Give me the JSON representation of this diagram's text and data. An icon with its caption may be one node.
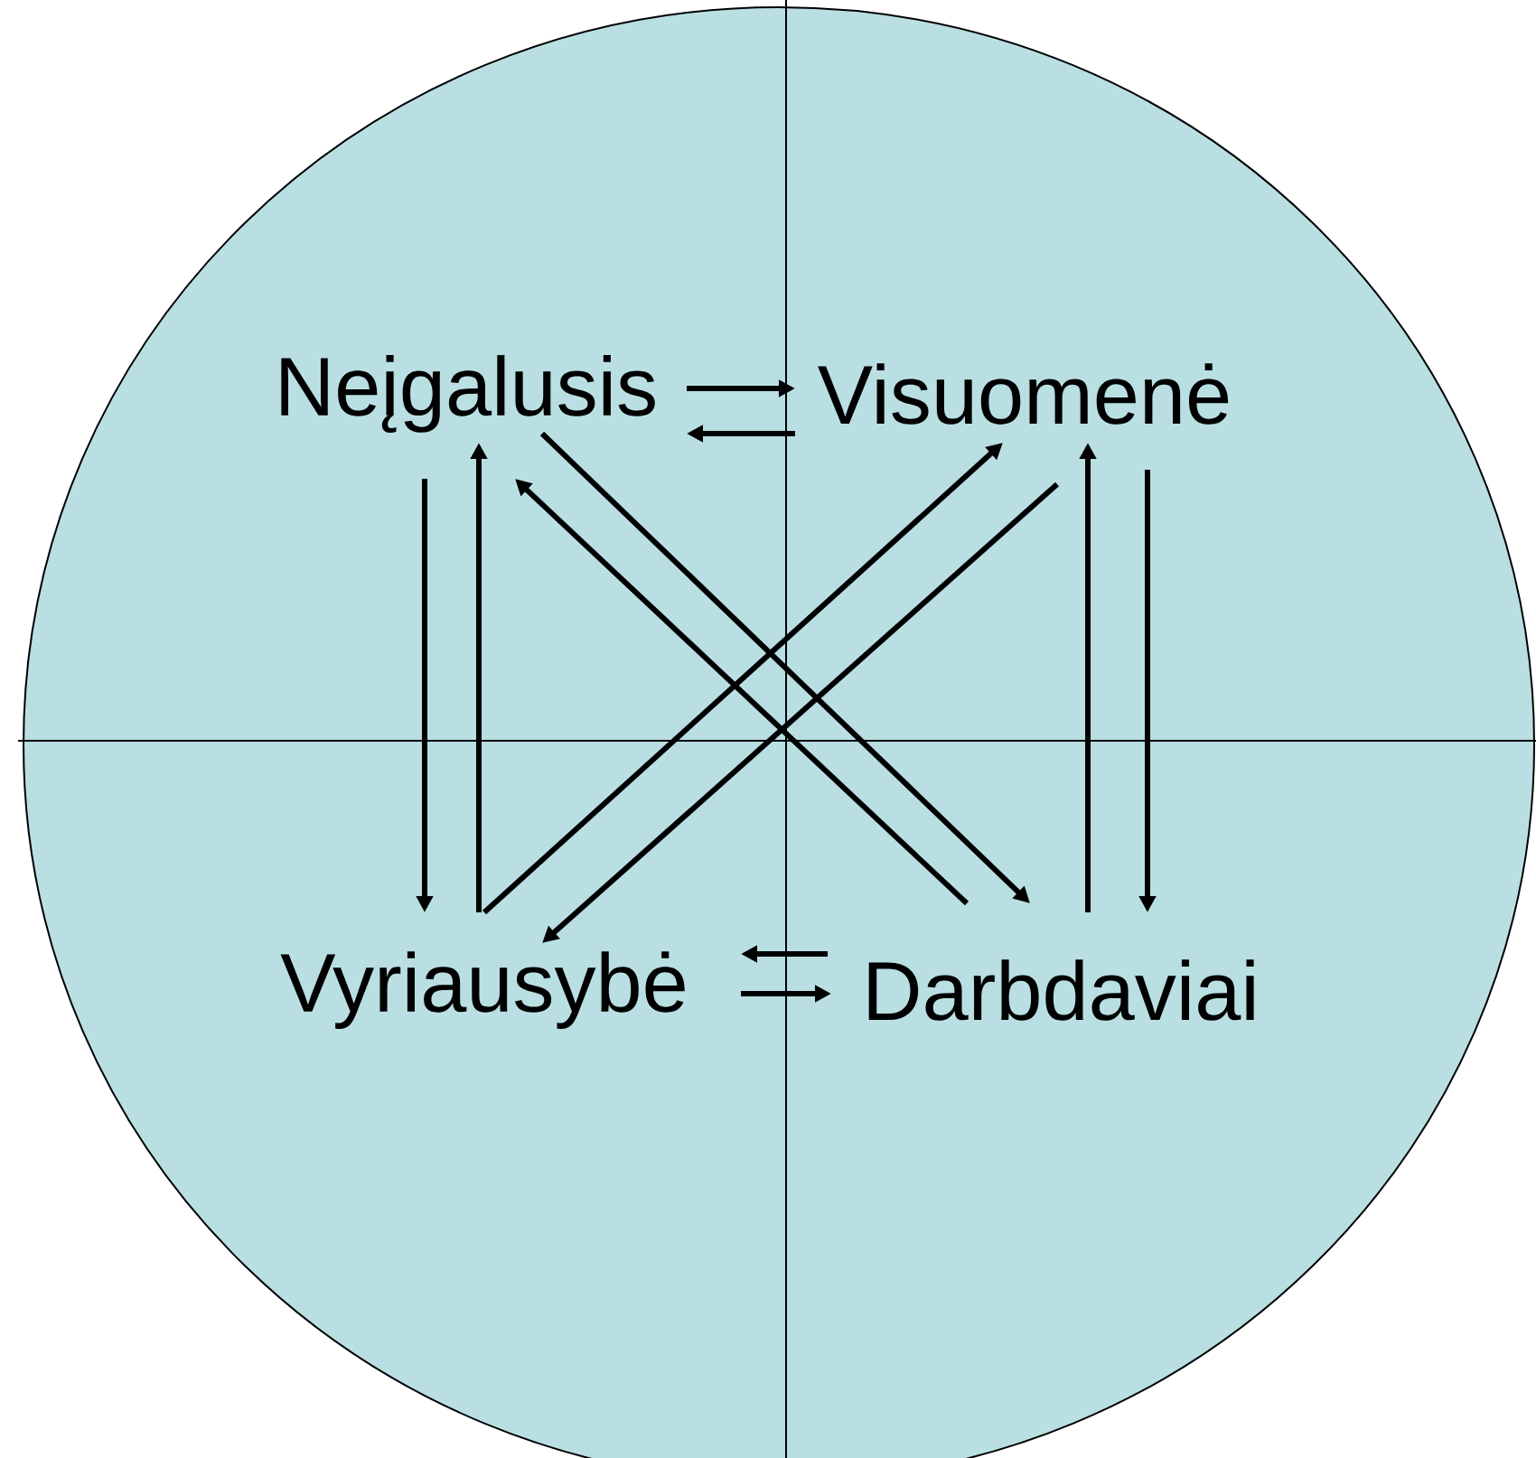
{
  "diagram": {
    "nodes": [
      {
        "text": [
          "Neįgalusis"
        ]
      },
      {
        "text": [
          "Visuomenė"
        ]
      },
      {
        "text": [
          "Vyriausybė"
        ]
      },
      {
        "text": [
          "Darbdaviai"
        ]
      }
    ],
    "edges": [
      {
        "from": 0,
        "to": 1,
        "arrow": "to"
      },
      {
        "from": 1,
        "to": 0,
        "arrow": "to"
      },
      {
        "from": 0,
        "to": 2,
        "arrow": "to"
      },
      {
        "from": 2,
        "to": 0,
        "arrow": "to"
      },
      {
        "from": 2,
        "to": 1,
        "arrow": "to"
      },
      {
        "from": 1,
        "to": 2,
        "arrow": "to"
      },
      {
        "from": 0,
        "to": 3,
        "arrow": "to"
      },
      {
        "from": 3,
        "to": 0,
        "arrow": "to"
      },
      {
        "from": 3,
        "to": 1,
        "arrow": "to"
      },
      {
        "from": 1,
        "to": 3,
        "arrow": "to"
      },
      {
        "from": 3,
        "to": 2,
        "arrow": "to"
      },
      {
        "from": 2,
        "to": 3,
        "arrow": "to"
      }
    ]
  }
}
